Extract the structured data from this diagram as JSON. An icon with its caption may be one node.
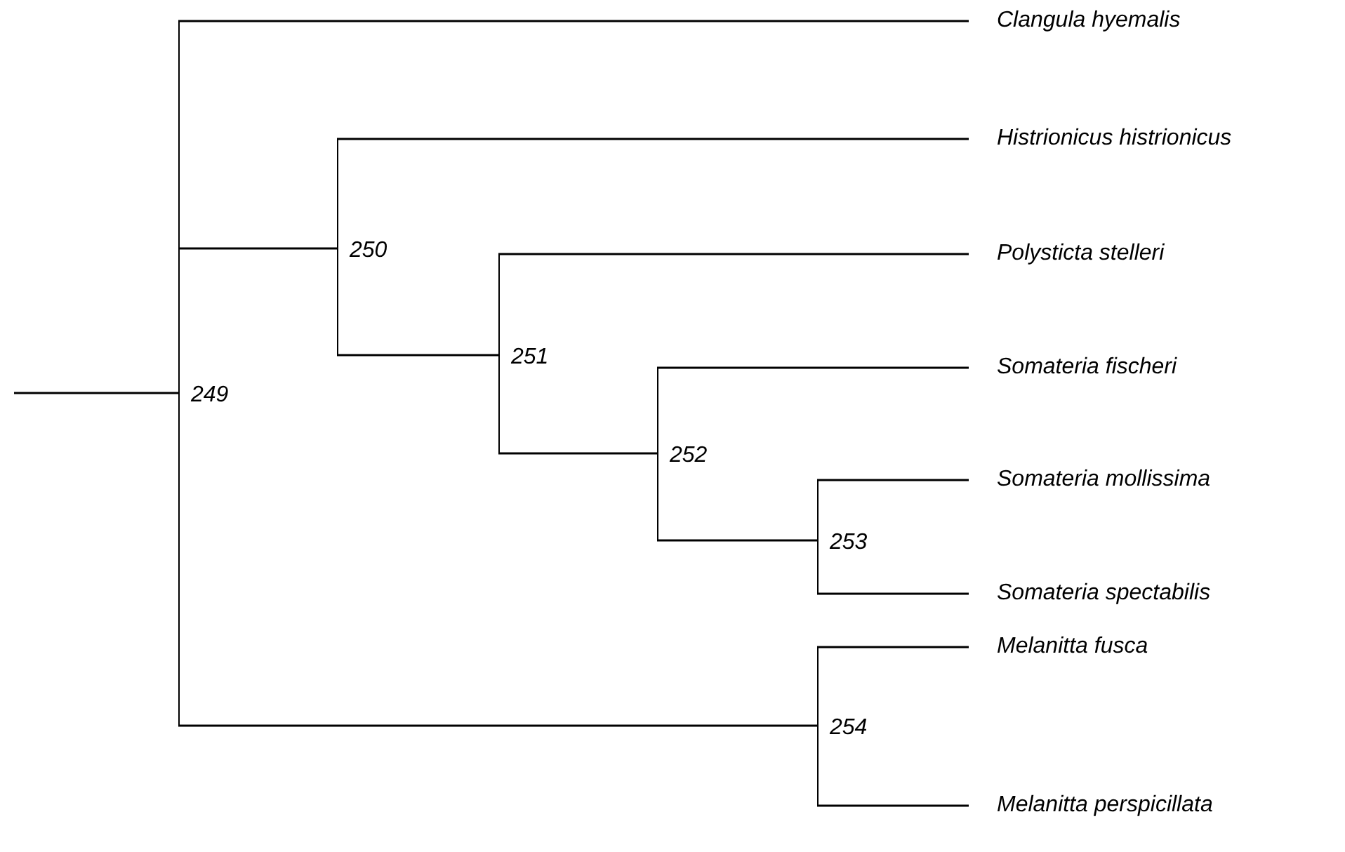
{
  "diagram": {
    "nodes": [
      {
        "text": [
          "249"
        ]
      },
      {
        "text": [
          "Clangula hyemalis"
        ]
      },
      {
        "text": [
          "250"
        ]
      },
      {
        "text": [
          "Histrionicus histrionicus"
        ]
      },
      {
        "text": [
          "251"
        ]
      },
      {
        "text": [
          "Polysticta stelleri"
        ]
      },
      {
        "text": [
          "252"
        ]
      },
      {
        "text": [
          "Somateria fischeri"
        ]
      },
      {
        "text": [
          "253"
        ]
      },
      {
        "text": [
          "Somateria mollissima"
        ]
      },
      {
        "text": [
          "Somateria spectabilis"
        ]
      },
      {
        "text": [
          "254"
        ]
      },
      {
        "text": [
          "Melanitta fusca"
        ]
      },
      {
        "text": [
          "Melanitta perspicillata"
        ]
      }
    ],
    "edges": [
      {
        "from": null,
        "to": 0,
        "arrow": "none"
      },
      {
        "from": 0,
        "to": 1,
        "arrow": "none"
      },
      {
        "from": 0,
        "to": 2,
        "arrow": "none"
      },
      {
        "from": 2,
        "to": 3,
        "arrow": "none"
      },
      {
        "from": 2,
        "to": 4,
        "arrow": "none"
      },
      {
        "from": 4,
        "to": 5,
        "arrow": "none"
      },
      {
        "from": 4,
        "to": 6,
        "arrow": "none"
      },
      {
        "from": 6,
        "to": 7,
        "arrow": "none"
      },
      {
        "from": 6,
        "to": 8,
        "arrow": "none"
      },
      {
        "from": 8,
        "to": 9,
        "arrow": "none"
      },
      {
        "from": 8,
        "to": 10,
        "arrow": "none"
      },
      {
        "from": 0,
        "to": 11,
        "arrow": "none"
      },
      {
        "from": 11,
        "to": 12,
        "arrow": "none"
      },
      {
        "from": 11,
        "to": 13,
        "arrow": "none"
      }
    ]
  }
}
